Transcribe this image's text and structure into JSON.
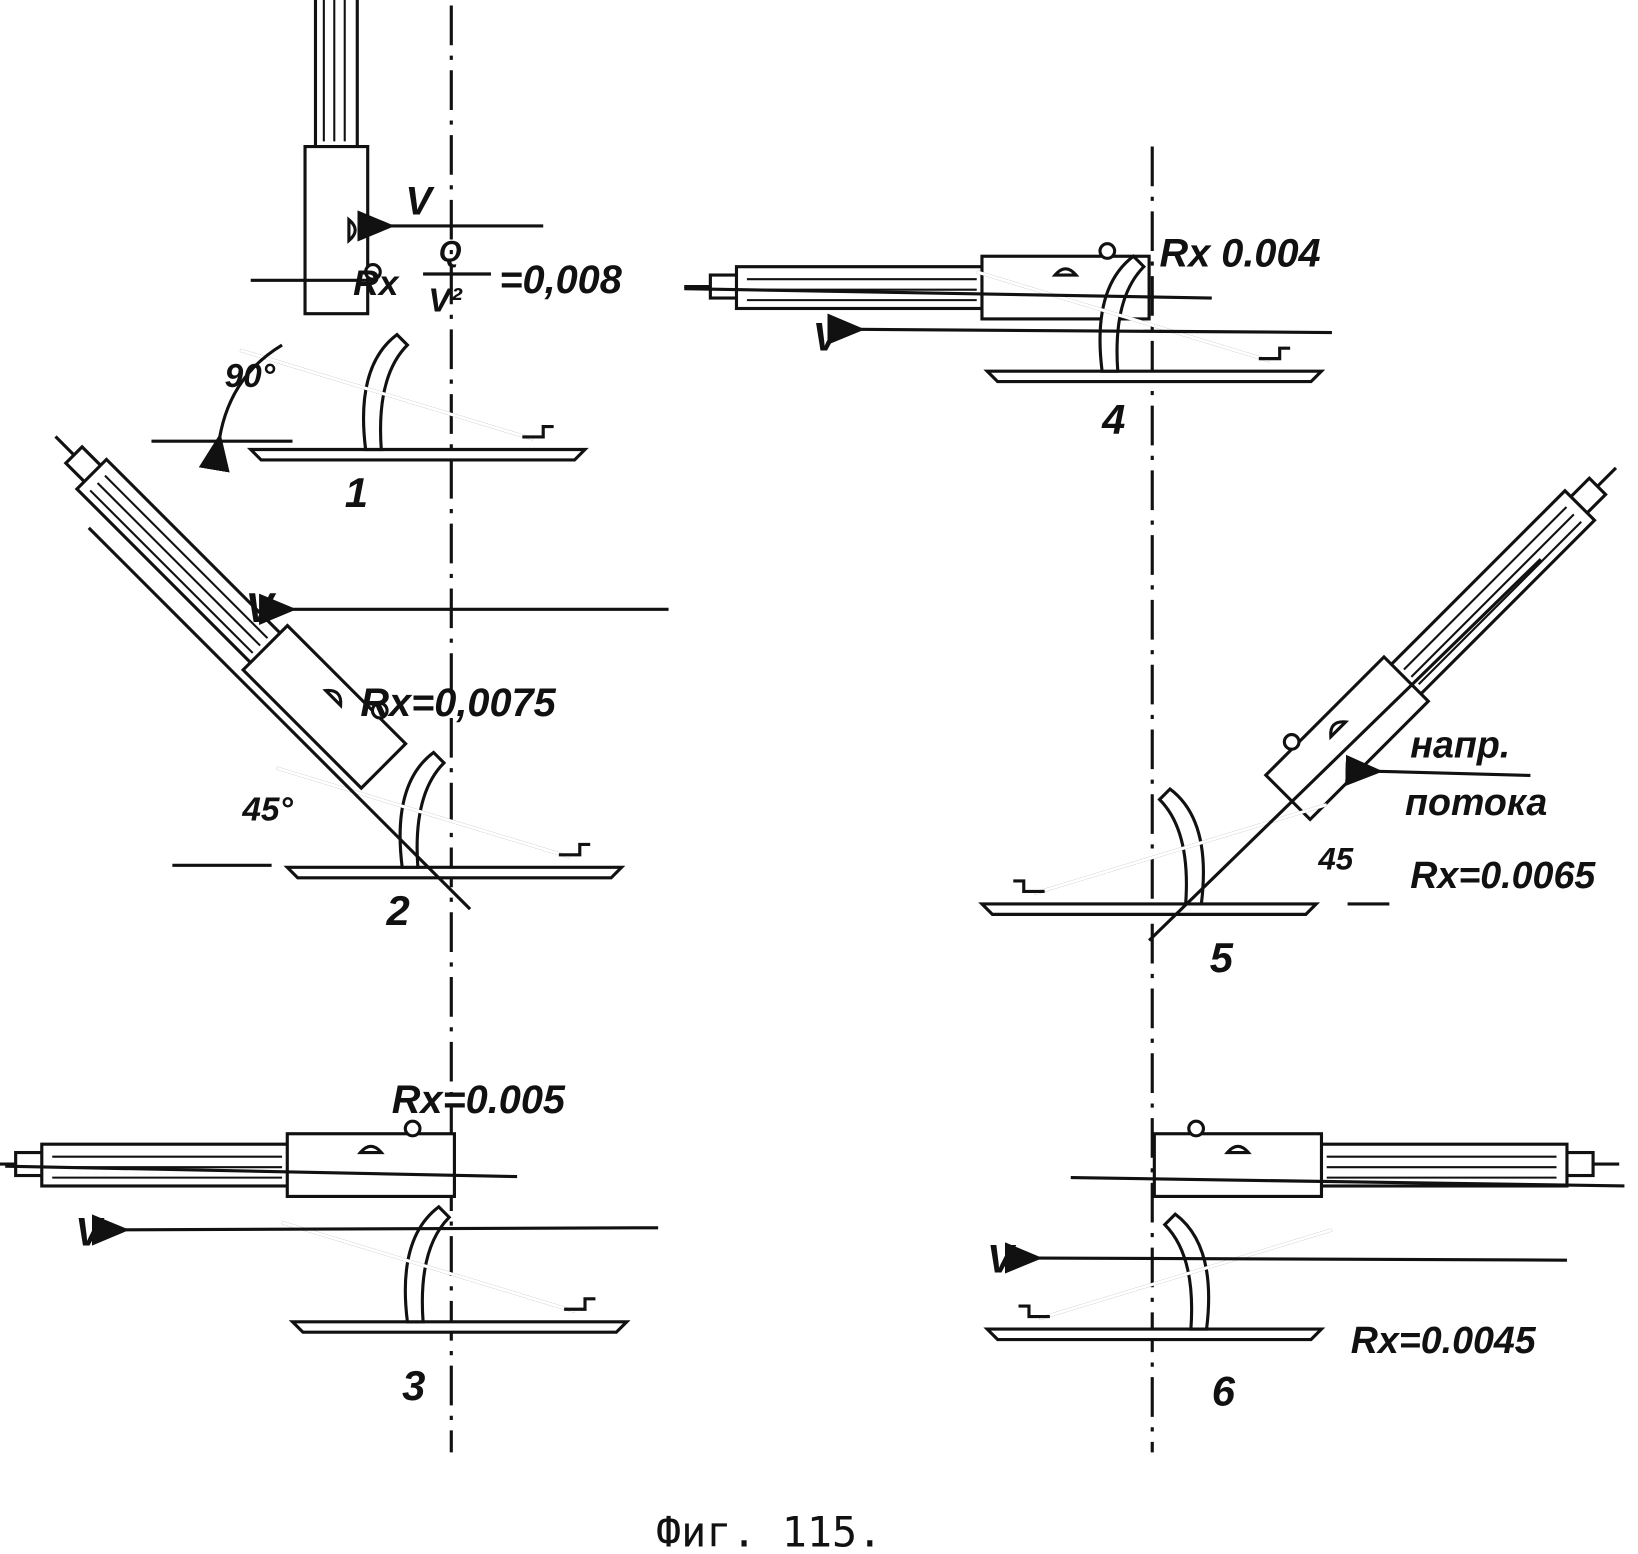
{
  "figure": {
    "caption": "Фиг. 115.",
    "panels": [
      {
        "number": "1",
        "velocity": "V",
        "formula_lhs": "Rx",
        "formula_num": "Q",
        "formula_den": "V²",
        "rx": "=0,008",
        "angle": "90°"
      },
      {
        "number": "2",
        "velocity": "V",
        "rx": "Rx=0,0075",
        "angle": "45°"
      },
      {
        "number": "3",
        "velocity": "V",
        "rx": "Rx=0.005"
      },
      {
        "number": "4",
        "velocity": "V",
        "rx": "Rx 0.004"
      },
      {
        "number": "5",
        "rx": "Rx=0.0065",
        "angle": "45",
        "flow_line1": "напр.",
        "flow_line2": "потока"
      },
      {
        "number": "6",
        "velocity": "V",
        "rx": "Rx=0.0045"
      }
    ]
  }
}
